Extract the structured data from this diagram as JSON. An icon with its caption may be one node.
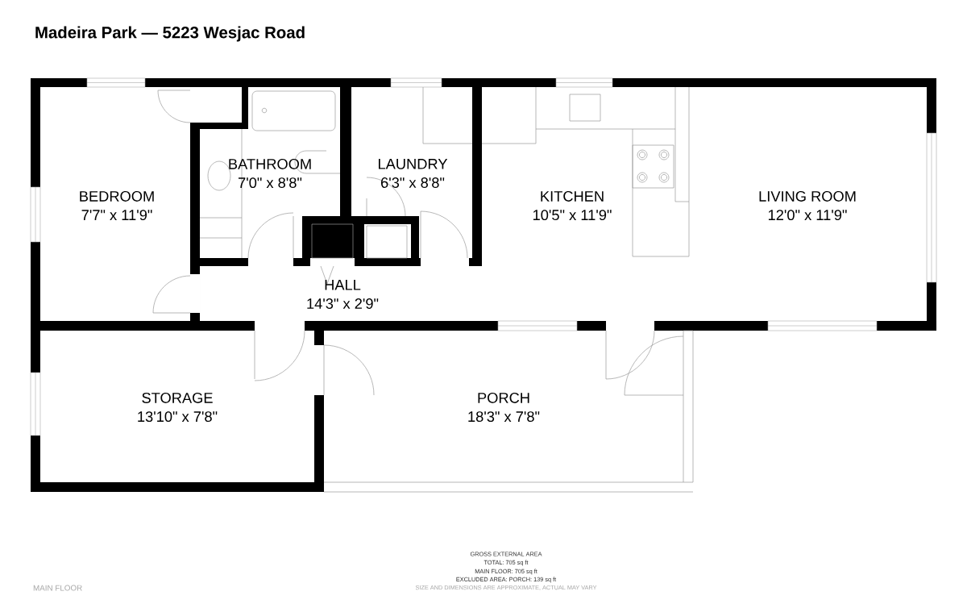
{
  "diagram": {
    "title": "Madeira Park — 5223 Wesjac Road",
    "nodes": [
      {
        "text": [
          "BEDROOM",
          "7'7\" x 11'9\""
        ]
      },
      {
        "text": [
          "BATHROOM",
          "7'0\" x 8'8\""
        ]
      },
      {
        "text": [
          "LAUNDRY",
          "6'3\" x 8'8\""
        ]
      },
      {
        "text": [
          "KITCHEN",
          "10'5\" x 11'9\""
        ]
      },
      {
        "text": [
          "LIVING ROOM",
          "12'0\" x 11'9\""
        ]
      },
      {
        "text": [
          "HALL",
          "14'3\" x 2'9\""
        ]
      },
      {
        "text": [
          "STORAGE",
          "13'10\" x 7'8\""
        ]
      },
      {
        "text": [
          "PORCH",
          "18'3\" x 7'8\""
        ]
      }
    ],
    "labels": [
      "GROSS EXTERNAL AREA",
      "TOTAL: 705 sq ft",
      "MAIN FLOOR: 705 sq ft",
      "EXCLUDED AREA: PORCH: 139 sq ft",
      "SIZE AND DIMENSIONS ARE APPROXIMATE, ACTUAL MAY VARY",
      "MAIN FLOOR"
    ]
  }
}
